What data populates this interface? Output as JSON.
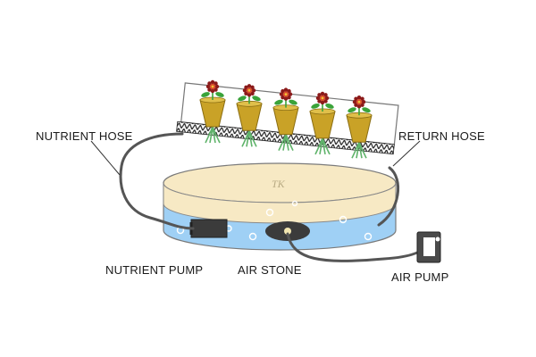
{
  "labels": {
    "nutrient_hose": "NUTRIENT HOSE",
    "return_hose": "RETURN HOSE",
    "nutrient_pump": "NUTRIENT PUMP",
    "air_stone": "AIR STONE",
    "air_pump": "AIR PUMP"
  },
  "reservoir_monogram": "TK",
  "plant_count": 5,
  "colors": {
    "water": "#9fd0f5",
    "lid": "#f7e9c4",
    "net_pot": "#c9a227",
    "flower": "#8b1a1a",
    "leaf": "#3aa33a",
    "root": "#5fb36a",
    "hose": "#555555"
  }
}
